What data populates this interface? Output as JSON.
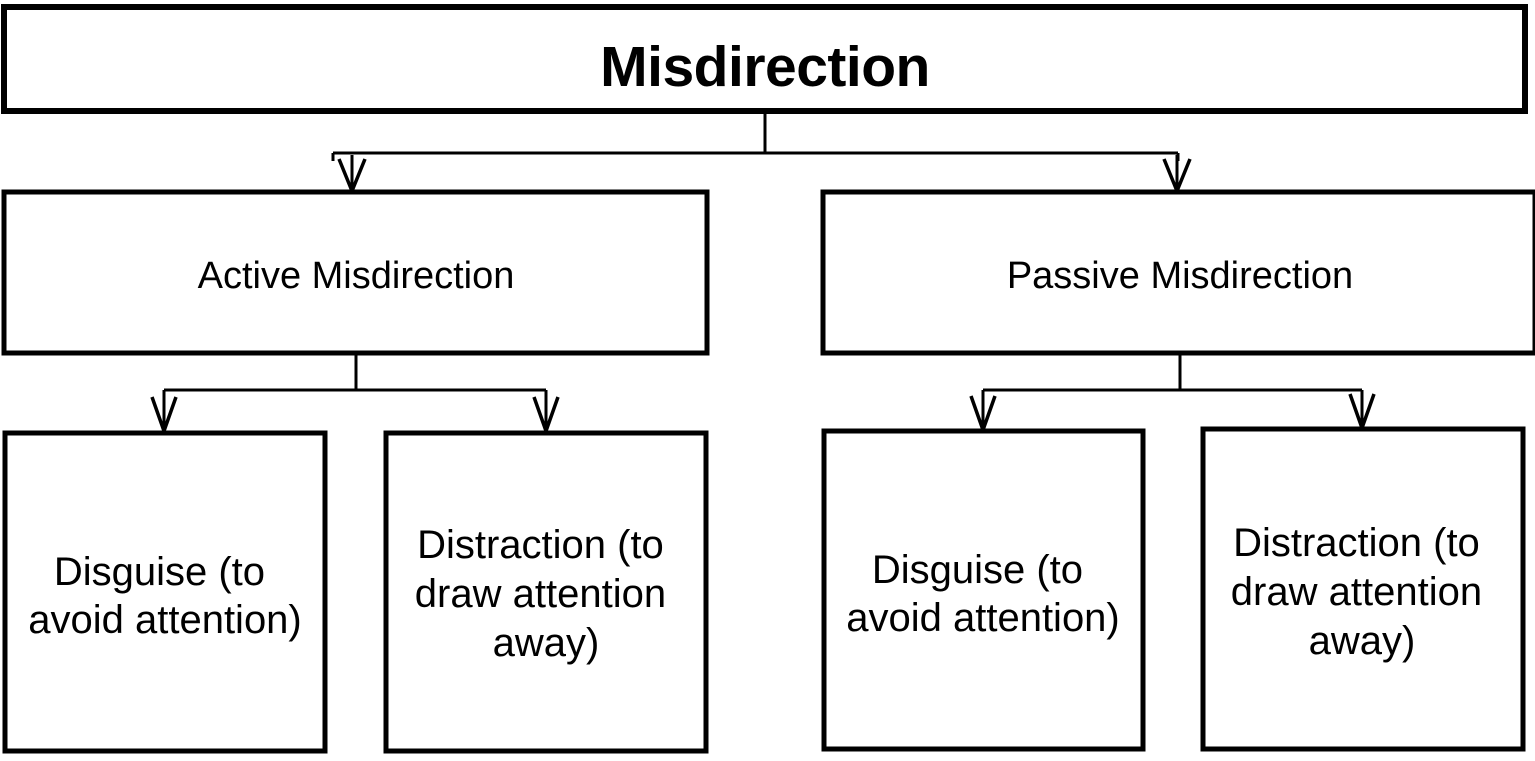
{
  "diagram": {
    "type": "hierarchy-tree",
    "title": "Misdirection",
    "background_color": "#ffffff",
    "line_color": "#000000",
    "text_color": "#000000",
    "root": {
      "id": "misdirection",
      "label": "Misdirection"
    },
    "level2": [
      {
        "id": "active-misdirection",
        "label": "Active Misdirection"
      },
      {
        "id": "passive-misdirection",
        "label": "Passive Misdirection"
      }
    ],
    "leaves": [
      {
        "id": "active-disguise",
        "parent": "active-misdirection",
        "lines": [
          "Disguise (to",
          "avoid attention)"
        ]
      },
      {
        "id": "active-distraction",
        "parent": "active-misdirection",
        "lines": [
          "Distraction (to",
          "draw attention",
          "away)"
        ]
      },
      {
        "id": "passive-disguise",
        "parent": "passive-misdirection",
        "lines": [
          "Disguise (to",
          "avoid attention)"
        ]
      },
      {
        "id": "passive-distraction",
        "parent": "passive-misdirection",
        "lines": [
          "Distraction (to",
          "draw attention",
          "away)"
        ]
      }
    ]
  }
}
